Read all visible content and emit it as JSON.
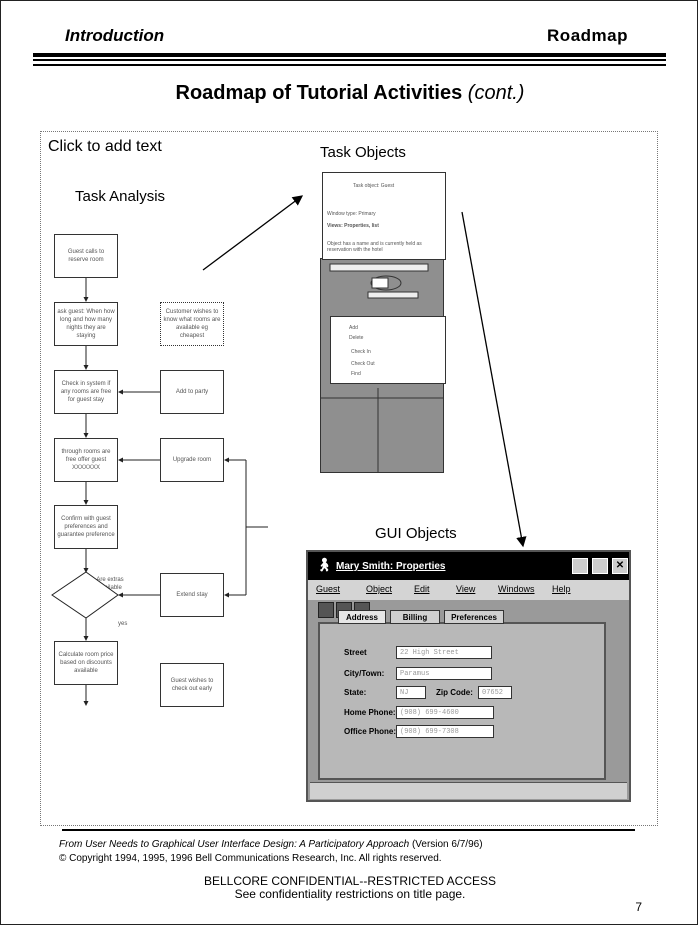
{
  "header": {
    "left": "Introduction",
    "right": "Roadmap"
  },
  "title": {
    "main": "Roadmap of Tutorial Activities",
    "suffix": "(cont.)"
  },
  "labels": {
    "click_to_add": "Click to add text",
    "task_analysis": "Task Analysis",
    "task_objects": "Task Objects",
    "gui_objects": "GUI Objects"
  },
  "flow": {
    "b1": "Guest calls to reserve room",
    "b2": "ask guest: When how long and how many nights they are staying",
    "b3": "Check in system if any rooms are free for guest stay",
    "b4": "through rooms are free offer guest XXXXXXX",
    "b5": "Confirm with guest preferences and guarantee preference",
    "d1": "Are extras available",
    "b6": "Calculate room price based on discounts available",
    "r1": "Customer wishes to know what rooms are available eg cheapest",
    "r2": "Add to party",
    "r3": "Upgrade room",
    "r4": "Extend stay",
    "r5": "Guest wishes to check out early",
    "yes": "yes"
  },
  "task_obj": {
    "heading": "Task object: Guest",
    "line1": "Window type: Primary",
    "line2": "Views: Properties, list",
    "line3": "Object has a name and is currently held as reservation with the hotel",
    "menu": [
      "Add",
      "Delete",
      "Check In",
      "Check Out",
      "Find"
    ]
  },
  "gui": {
    "title": "Mary Smith: Properties",
    "menu": [
      "Guest",
      "Object",
      "Edit",
      "View",
      "Windows",
      "Help"
    ],
    "tabs": [
      "Address",
      "Billing",
      "Preferences"
    ],
    "fields": [
      {
        "label": "Street",
        "value": "22 High Street"
      },
      {
        "label": "City/Town:",
        "value": "Paramus"
      },
      {
        "label": "State:",
        "value": "NJ"
      },
      {
        "label": "Zip Code:",
        "value": "07652"
      },
      {
        "label": "Home Phone:",
        "value": "(908) 699-4600"
      },
      {
        "label": "Office Phone:",
        "value": "(908) 699-7308"
      }
    ]
  },
  "footer": {
    "cite_italic": "From User Needs to Graphical User Interface Design: A Participatory Approach",
    "cite_version": "(Version 6/7/96)",
    "copyright": "© Copyright 1994, 1995, 1996 Bell Communications Research, Inc.  All rights reserved.",
    "confidential": "BELLCORE CONFIDENTIAL--RESTRICTED ACCESS",
    "see": "See confidentiality restrictions on title page.",
    "page": "7"
  }
}
